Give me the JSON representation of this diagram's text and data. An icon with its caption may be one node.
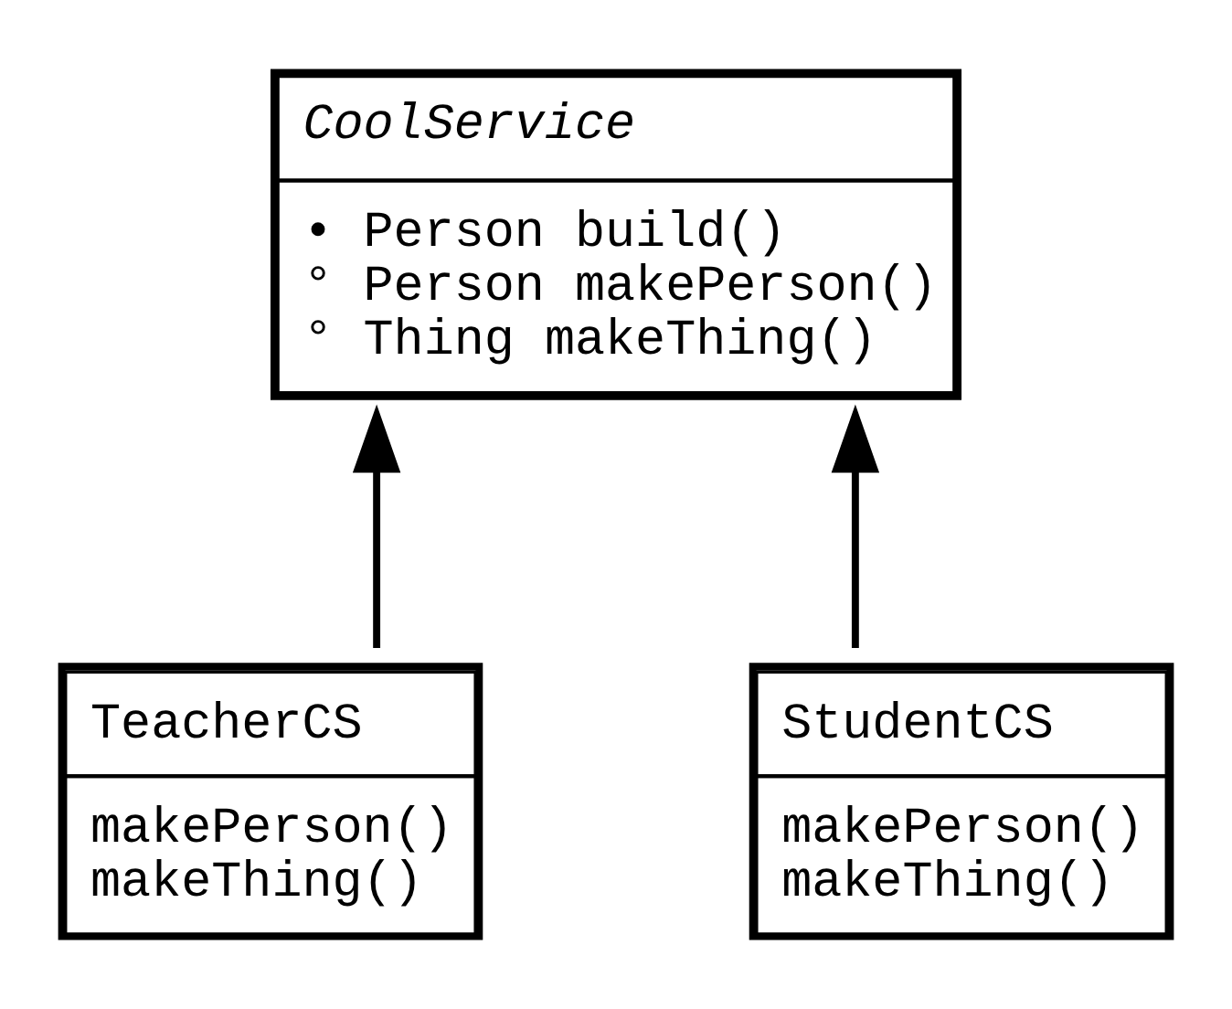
{
  "diagram": {
    "nodes": [
      {
        "text": [
          "CoolService",
          "• Person build()",
          "° Person makePerson()",
          "° Thing makeThing()"
        ]
      },
      {
        "text": [
          "TeacherCS",
          "makePerson()",
          "makeThing()"
        ]
      },
      {
        "text": [
          "StudentCS",
          "makePerson()",
          "makeThing()"
        ]
      }
    ],
    "edges": [
      {
        "from": 1,
        "to": 0,
        "arrow": "to"
      },
      {
        "from": 2,
        "to": 0,
        "arrow": "to"
      }
    ]
  }
}
